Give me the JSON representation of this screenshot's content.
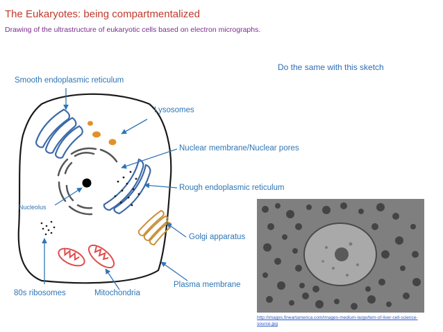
{
  "header": {
    "title": "The Eukaryotes: being compartmentalized",
    "subtitle": "Drawing of the ultrastructure of eukaryotic cells based on electron micrographs."
  },
  "instruction": "Do the same with this sketch",
  "labels": {
    "smooth_er": "Smooth endoplasmic reticulum",
    "lysosomes": "Lysosomes",
    "nuclear_membrane": "Nuclear membrane/Nuclear pores",
    "rough_er": "Rough endoplasmic reticulum",
    "nucleolus": "Nucleolus",
    "golgi": "Golgi apparatus",
    "plasma_membrane": "Plasma membrane",
    "ribosomes": "80s ribosomes",
    "mitochondria": "Mitochondria"
  },
  "credit": "http://images.fineartamerica.com/images-medium-large/tem-of-liver-cell-science-source.jpg",
  "colors": {
    "title": "#c0392b",
    "subtitle": "#7b2d8e",
    "label": "#2e75b6",
    "arrow": "#2e75b6",
    "er": "#3d6aa8",
    "lysosome": "#e0922a",
    "golgi": "#c9913b",
    "mitochondria": "#e04b4b"
  }
}
